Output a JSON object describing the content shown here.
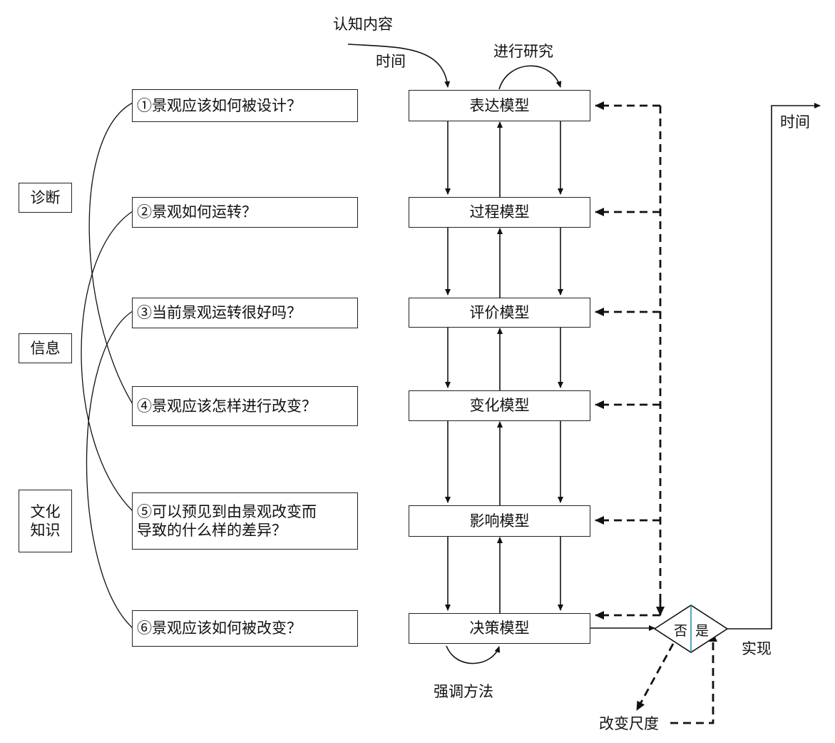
{
  "top": {
    "cognition": "认知内容",
    "time_left": "时间",
    "research": "进行研究"
  },
  "side_labels": {
    "diagnosis": "诊断",
    "information": "信息",
    "culture_line1": "文化",
    "culture_line2": "知识"
  },
  "questions": [
    {
      "line1": "①景观应该如何被设计？",
      "line2": ""
    },
    {
      "line1": "②景观如何运转？",
      "line2": ""
    },
    {
      "line1": "③当前景观运转很好吗？",
      "line2": ""
    },
    {
      "line1": "④景观应该怎样进行改变？",
      "line2": ""
    },
    {
      "line1": "⑤可以预见到由景观改变而",
      "line2": "导致的什么样的差异？"
    },
    {
      "line1": "⑥景观应该如何被改变？",
      "line2": ""
    }
  ],
  "models": [
    "表达模型",
    "过程模型",
    "评价模型",
    "变化模型",
    "影响模型",
    "决策模型"
  ],
  "decision": {
    "no": "否",
    "yes": "是"
  },
  "bottom": {
    "method": "强调方法",
    "scale": "改变尺度",
    "realize": "实现",
    "time_right": "时间"
  }
}
